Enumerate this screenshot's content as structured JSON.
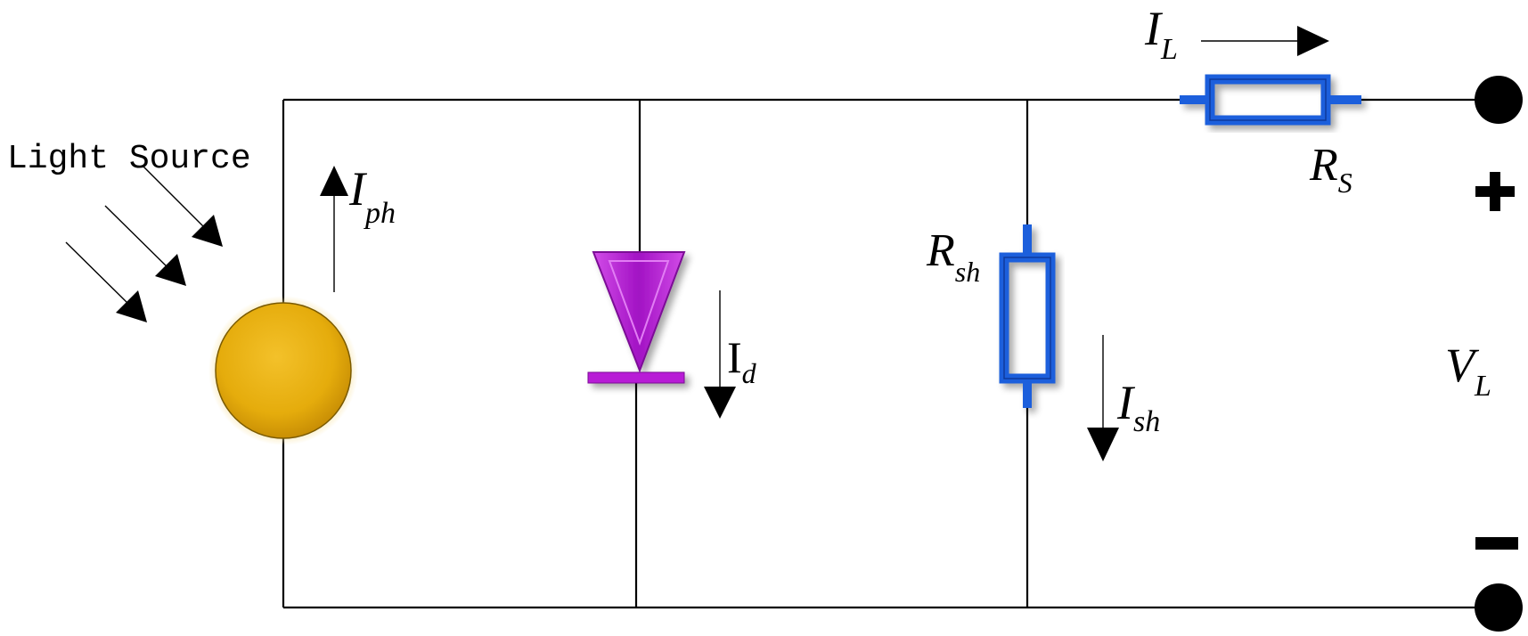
{
  "labels": {
    "light_source": "Light Source",
    "i_ph": {
      "main": "I",
      "sub": "ph"
    },
    "i_d": {
      "main": "I",
      "sub": "d"
    },
    "i_sh": {
      "main": "I",
      "sub": "sh"
    },
    "i_l": {
      "main": "I",
      "sub": "L"
    },
    "r_s": {
      "main": "R",
      "sub": "S"
    },
    "r_sh": {
      "main": "R",
      "sub": "sh"
    },
    "v_l": {
      "main": "V",
      "sub": "L"
    },
    "plus": "+"
  },
  "colors": {
    "wire": "#000000",
    "source_fill": "#e5ac0c",
    "source_glow": "#f7e09a",
    "diode": "#b81fd6",
    "resistor": "#1f5fdc",
    "terminal": "#000000"
  },
  "icons": {
    "source": "current-source-circle",
    "diode": "diode-triangle",
    "resistor": "resistor-rectangle",
    "terminal": "terminal-dot",
    "light_rays": "light-ray-arrows"
  }
}
